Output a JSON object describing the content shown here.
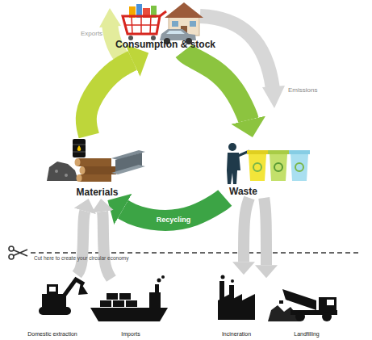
{
  "diagram": {
    "nodes": [
      {
        "text": [
          "Consumption & stock"
        ]
      },
      {
        "text": [
          "Materials"
        ]
      },
      {
        "text": [
          "Waste"
        ]
      },
      {
        "text": [
          "Domestic extraction"
        ]
      },
      {
        "text": [
          "Imports"
        ]
      },
      {
        "text": [
          "Incineration"
        ]
      },
      {
        "text": [
          "Landfilling"
        ]
      }
    ],
    "edges": [
      {
        "from": 1,
        "to": 0,
        "arrow": "to"
      },
      {
        "from": 0,
        "to": 2,
        "arrow": "to"
      },
      {
        "from": 2,
        "to": 1,
        "label": "Recycling",
        "arrow": "to"
      },
      {
        "from": 3,
        "to": 1,
        "arrow": "to"
      },
      {
        "from": 4,
        "to": 1,
        "arrow": "to"
      },
      {
        "from": 2,
        "to": 5,
        "arrow": "to"
      },
      {
        "from": 2,
        "to": 6,
        "arrow": "to"
      }
    ],
    "labels": [
      "Exports",
      "Emissions",
      "Cut here to create your circular economy"
    ]
  }
}
